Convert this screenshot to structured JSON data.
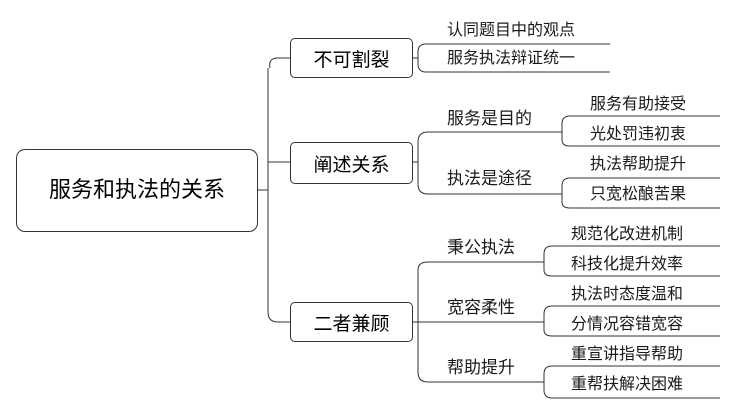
{
  "root": "服务和执法的关系",
  "branches": [
    {
      "label": "不可割裂",
      "leaves": [
        "认同题目中的观点",
        "服务执法辩证统一"
      ]
    },
    {
      "label": "阐述关系",
      "subs": [
        {
          "label": "服务是目的",
          "leaves": [
            "服务有助接受",
            "光处罚违初衷"
          ]
        },
        {
          "label": "执法是途径",
          "leaves": [
            "执法帮助提升",
            "只宽松酿苦果"
          ]
        }
      ]
    },
    {
      "label": "二者兼顾",
      "subs": [
        {
          "label": "秉公执法",
          "leaves": [
            "规范化改进机制",
            "科技化提升效率"
          ]
        },
        {
          "label": "宽容柔性",
          "leaves": [
            "执法时态度温和",
            "分情况容错宽容"
          ]
        },
        {
          "label": "帮助提升",
          "leaves": [
            "重宣讲指导帮助",
            "重帮扶解决困难"
          ]
        }
      ]
    }
  ]
}
